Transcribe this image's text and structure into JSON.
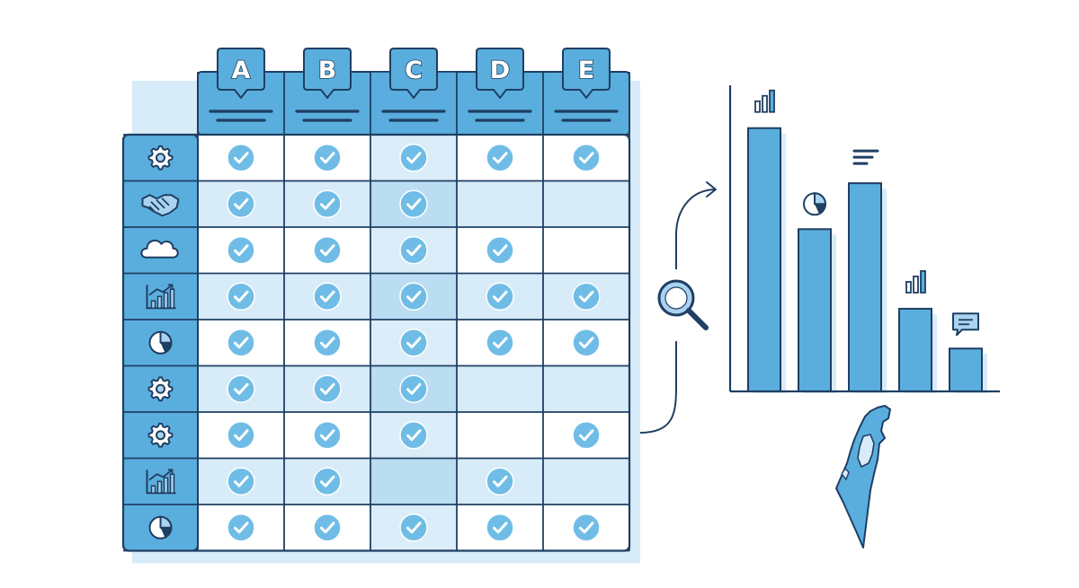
{
  "palette": {
    "outline": "#1f3f63",
    "accent": "#5aaede",
    "accent_light": "#a9d3f0",
    "fill_light": "#d7ebf8",
    "fill_lighter": "#e8f4fc",
    "check": "#6fbde6",
    "bar": "#5aaede"
  },
  "matrix": {
    "columns": [
      {
        "key": "a",
        "label": "A"
      },
      {
        "key": "b",
        "label": "B"
      },
      {
        "key": "c",
        "label": "C"
      },
      {
        "key": "d",
        "label": "D"
      },
      {
        "key": "e",
        "label": "E"
      }
    ],
    "highlighted_column": 2,
    "rows": [
      {
        "icon": "gear-icon",
        "checks": [
          true,
          true,
          true,
          true,
          true
        ]
      },
      {
        "icon": "handshake-icon",
        "checks": [
          true,
          true,
          true,
          false,
          false
        ]
      },
      {
        "icon": "cloud-icon",
        "checks": [
          true,
          true,
          true,
          true,
          false
        ]
      },
      {
        "icon": "growth-chart-icon",
        "checks": [
          true,
          true,
          true,
          true,
          true
        ]
      },
      {
        "icon": "pie-chart-icon",
        "checks": [
          true,
          true,
          true,
          true,
          true
        ]
      },
      {
        "icon": "gear-icon",
        "checks": [
          true,
          true,
          true,
          false,
          false
        ]
      },
      {
        "icon": "gear-icon",
        "checks": [
          true,
          true,
          true,
          false,
          true
        ]
      },
      {
        "icon": "growth-chart-icon",
        "checks": [
          true,
          true,
          false,
          true,
          false
        ]
      },
      {
        "icon": "pie-chart-icon",
        "checks": [
          true,
          true,
          true,
          true,
          true
        ]
      }
    ]
  },
  "connector": {
    "icon": "magnifier-icon"
  },
  "bar_chart": {
    "values": [
      0.86,
      0.53,
      0.68,
      0.27,
      0.14
    ],
    "bar_icons": [
      "mini-bars-icon",
      "pie-chart-icon",
      "text-lines-icon",
      "mini-bars-icon",
      "speech-bubble-icon"
    ]
  },
  "map": {
    "icon": "country-map-icon"
  }
}
